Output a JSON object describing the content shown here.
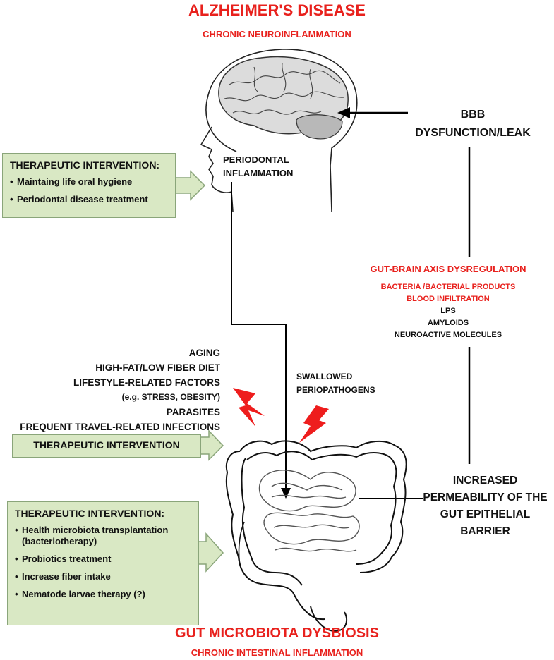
{
  "title": "ALZHEIMER'S DISEASE",
  "subtitle": "CHRONIC NEUROINFLAMMATION",
  "bbb_label": [
    "BBB",
    "DYSFUNCTION/LEAK"
  ],
  "periodontal_label": [
    "PERIODONTAL",
    "INFLAMMATION"
  ],
  "box_top": {
    "heading": "THERAPEUTIC INTERVENTION:",
    "items": [
      "Maintaing life oral hygiene",
      "Periodontal disease treatment"
    ]
  },
  "gut_brain": {
    "heading": "GUT-BRAIN AXIS DYSREGULATION",
    "red_items": [
      "BACTERIA  /BACTERIAL PRODUCTS",
      "BLOOD  INFILTRATION"
    ],
    "black_items": [
      "LPS",
      "AMYLOIDS",
      "NEUROACTIVE MOLECULES"
    ]
  },
  "factors": [
    "AGING",
    "HIGH-FAT/LOW FIBER DIET",
    "LIFESTYLE-RELATED FACTORS",
    "(e.g. STRESS,  OBESITY)",
    "PARASITES",
    "FREQUENT TRAVEL-RELATED INFECTIONS"
  ],
  "swallowed": [
    "SWALLOWED",
    "PERIOPATHOGENS"
  ],
  "box_middle": {
    "heading": "THERAPEUTIC INTERVENTION"
  },
  "box_bottom": {
    "heading": "THERAPEUTIC INTERVENTION:",
    "items": [
      "Health microbiota transplantation (bacteriotherapy)",
      "Probiotics treatment",
      "Increase fiber intake",
      "Nematode larvae therapy (?)"
    ]
  },
  "permeability": [
    "INCREASED",
    "PERMEABILITY OF THE",
    "GUT EPITHELIAL",
    "BARRIER"
  ],
  "bottom_title": "GUT MICROBIOTA DYSBIOSIS",
  "bottom_subtitle": "CHRONIC INTESTINAL INFLAMMATION",
  "colors": {
    "red": "#e8211d",
    "box_fill": "#d9e8c4",
    "box_border": "#8aa57a"
  }
}
